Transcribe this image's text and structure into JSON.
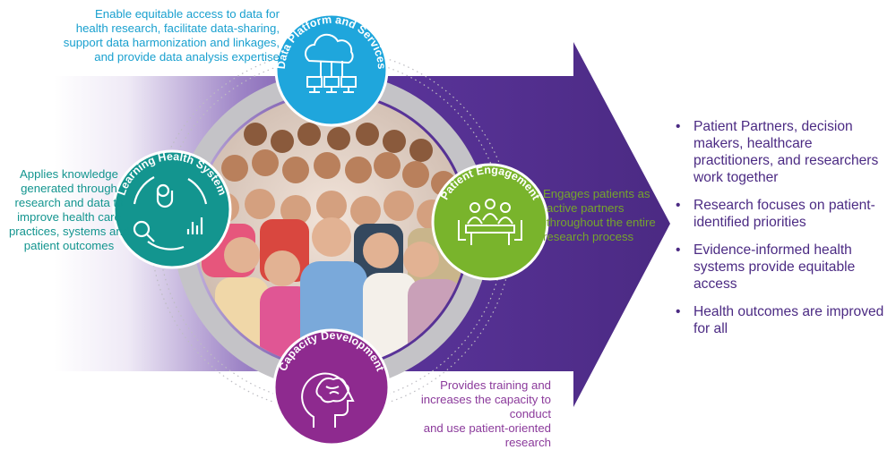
{
  "circles": {
    "data_platform": {
      "title": "Data Platform and Services",
      "color": "#1fa6dc",
      "icon": "cloud-network-icon"
    },
    "learning_health": {
      "title": "Learning Health System",
      "color": "#13958f",
      "icon": "stethoscope-cycle-icon"
    },
    "patient_engagement": {
      "title": "Patient Engagement",
      "color": "#79b42c",
      "icon": "meeting-table-icon"
    },
    "capacity": {
      "title": "Capacity Development",
      "color": "#8e2a8f",
      "icon": "head-brain-icon"
    }
  },
  "descriptions": {
    "data_platform": [
      "Enable equitable access to data for",
      "health research, facilitate data-sharing,",
      "support data harmonization and linkages,",
      "and provide data analysis expertise"
    ],
    "learning_health": [
      "Applies knowledge",
      "generated through",
      "research and data to",
      "improve health care",
      "practices, systems and",
      "patient outcomes"
    ],
    "patient_engagement": [
      "Engages patients as",
      "active partners",
      "throughout the entire",
      "research process"
    ],
    "capacity": [
      "Provides training and",
      "increases the capacity to conduct",
      "and use patient-oriented research"
    ]
  },
  "outcomes": [
    "Patient Partners, decision makers, healthcare practitioners, and researchers work together",
    "Research focuses on patient-identified priorities",
    "Evidence-informed health systems provide equitable access",
    "Health outcomes are improved for all"
  ],
  "colors": {
    "arrow": "#4b2a83",
    "ring": "#c4c3c7",
    "outcome_text": "#4b2a83"
  },
  "photo": {
    "icon": "group-of-people-photo"
  }
}
